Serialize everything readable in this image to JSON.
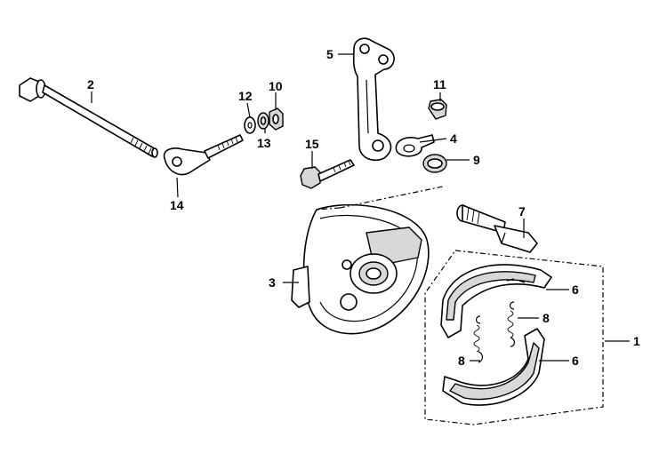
{
  "callouts": [
    {
      "id": "c1",
      "label": "1"
    },
    {
      "id": "c2",
      "label": "2"
    },
    {
      "id": "c3",
      "label": "3"
    },
    {
      "id": "c4",
      "label": "4"
    },
    {
      "id": "c5",
      "label": "5"
    },
    {
      "id": "c6a",
      "label": "6"
    },
    {
      "id": "c6b",
      "label": "6"
    },
    {
      "id": "c7",
      "label": "7"
    },
    {
      "id": "c8a",
      "label": "8"
    },
    {
      "id": "c8b",
      "label": "8"
    },
    {
      "id": "c9",
      "label": "9"
    },
    {
      "id": "c10",
      "label": "10"
    },
    {
      "id": "c11",
      "label": "11"
    },
    {
      "id": "c12",
      "label": "12"
    },
    {
      "id": "c13",
      "label": "13"
    },
    {
      "id": "c14",
      "label": "14"
    },
    {
      "id": "c15",
      "label": "15"
    }
  ]
}
